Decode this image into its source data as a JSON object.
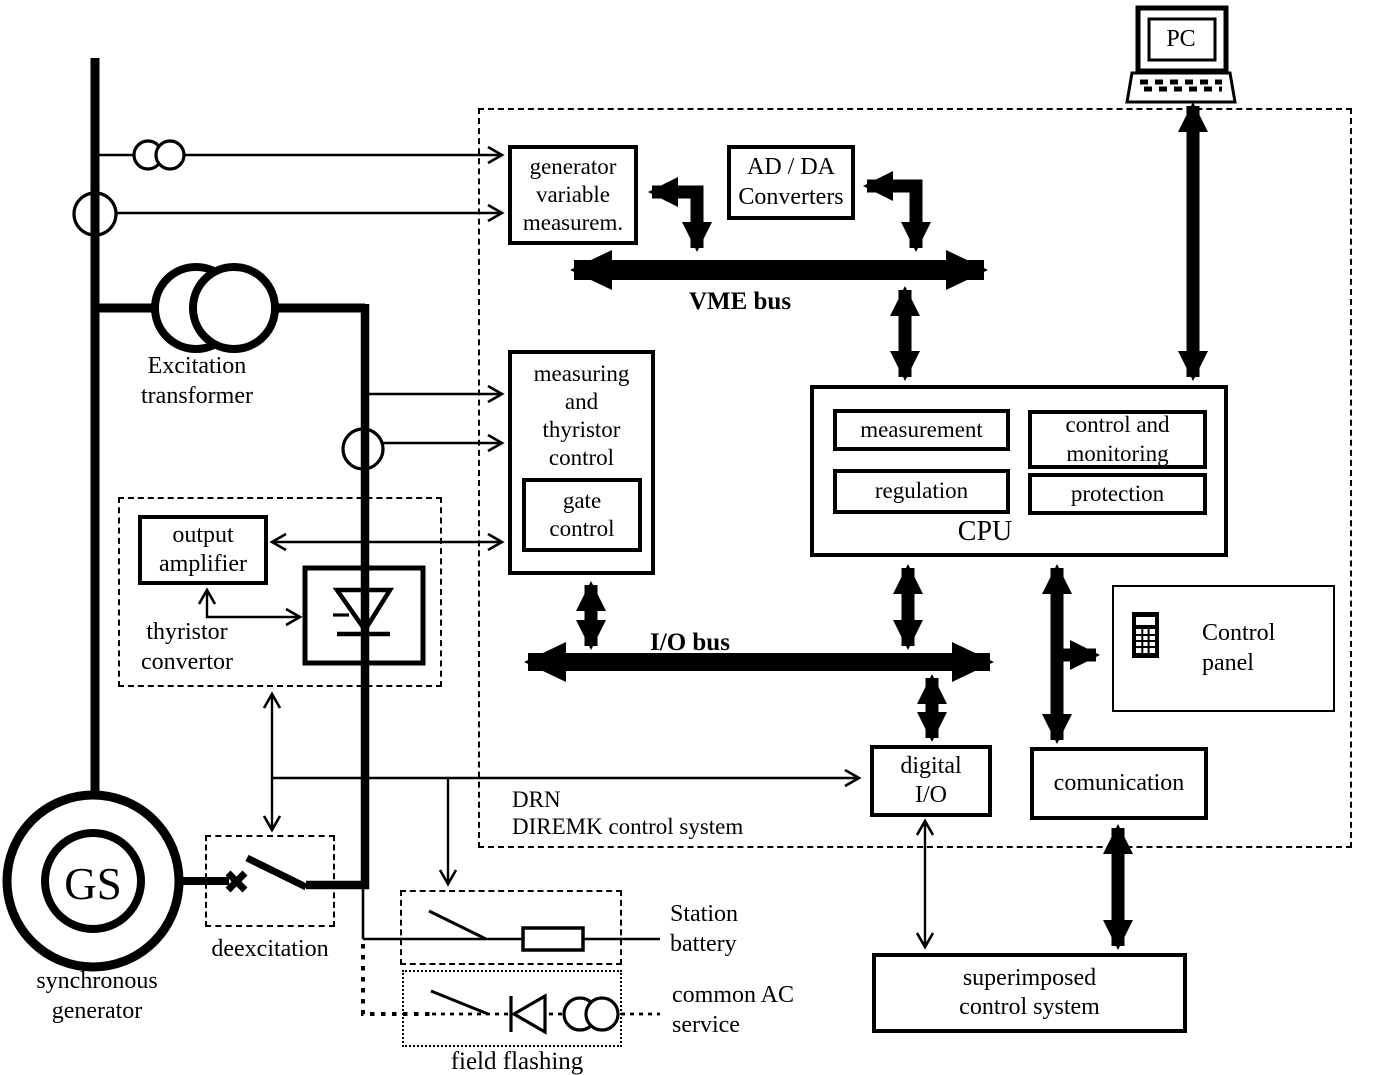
{
  "colors": {
    "ink": "#000000",
    "background": "#ffffff"
  },
  "pc": {
    "label": "PC"
  },
  "boundary": {
    "drn": "DRN",
    "system": "DIREMK control system"
  },
  "buses": {
    "vme": "VME bus",
    "io": "I/O bus"
  },
  "boxes": {
    "generator_variable_measurement": "generator\nvariable\nmeasurem.",
    "ad_da_converters": "AD / DA\nConverters",
    "measuring_thyristor_control": "measuring\nand\nthyristor\ncontrol",
    "gate_control": "gate\ncontrol"
  },
  "cpu": {
    "label": "CPU",
    "measurement": "measurement",
    "control_monitoring": "control and\nmonitoring",
    "regulation": "regulation",
    "protection": "protection"
  },
  "io": {
    "control_panel": "Control\npanel",
    "digital_io": "digital\nI/O",
    "comunication": "comunication",
    "superimposed": "superimposed\ncontrol system"
  },
  "power": {
    "excitation_transformer": "Excitation\ntransformer",
    "output_amplifier": "output\namplifier",
    "thyristor_convertor": "thyristor\nconvertor",
    "deexcitation": "deexcitation",
    "generator_symbol": "GS",
    "synchronous_generator": "synchronous\ngenerator",
    "station_battery": "Station\nbattery",
    "common_ac_service": "common AC\nservice",
    "field_flashing": "field flashing"
  }
}
